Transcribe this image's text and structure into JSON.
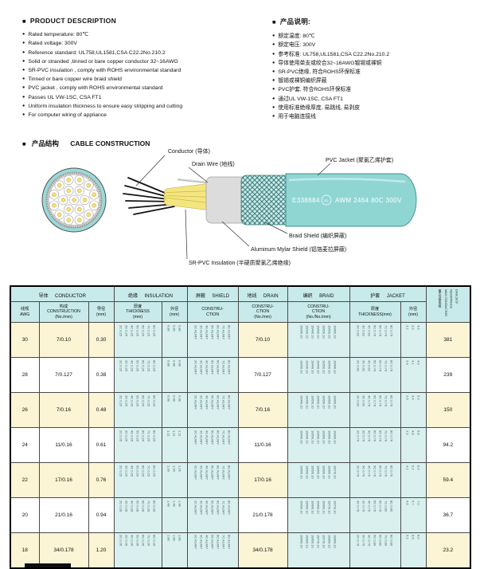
{
  "colors": {
    "cable_teal": "#8fd6d3",
    "table_header_teal": "#c8eaea",
    "table_cell_teal": "#d9f0ee",
    "row_cream": "#fbf4d5",
    "insulation_yellow": "#f1e07a"
  },
  "product_description": {
    "title": "PRODUCT DESCRIPTION",
    "items": [
      "Rated temperature: 80℃",
      "Rated voltage: 300V",
      "Reference standard: UL758,UL1581,CSA C22.2No.210.2",
      "Solid or stranded ,tinned or bare copper conductor 32~16AWG",
      "SR-PVC insulation , comply with ROHS environmental standard",
      "Tinned or bare copper wire braid shield",
      "PVC jacket , comply with ROHS environmental standard",
      "Passes UL VW-1SC, CSA FT1",
      "Uniform insulation thickness to ensure easy stripping and cutting",
      "For computer wiring of appliance"
    ]
  },
  "product_notes": {
    "title": "产品说明:",
    "items": [
      "额定温度: 80℃",
      "额定电压: 300V",
      "参考标准: UL758,UL1581,CSA C22.2No.210.2",
      "导体使用单支或绞合32~16AWG镀锡或裸铜",
      "SR-PVC绝缘, 符合ROHS环保标准",
      "镀锡或裸铜编织屏蔽",
      "PVC护套, 符合ROHS环保标准",
      "通过UL VW-1SC, CSA FT1",
      "使用标准绝缘厚度, 易跳线, 易剥皮",
      "用于电脑连接线"
    ]
  },
  "construction": {
    "section_title_cn": "产品结构",
    "section_title_en": "CABLE CONSTRUCTION",
    "labels": {
      "conductor": "Conductor (导体)",
      "drain_wire": "Drain Wire (地线)",
      "pvc_jacket": "PVC Jacket (聚氯乙烯护套)",
      "braid_shield": "Braid Shield (编织屏蔽)",
      "mylar_shield": "Aluminum Mylar Shield (铝箔麦拉屏蔽)",
      "sr_pvc": "SR-PVC Insulation (半硬质聚氯乙烯绝缘)"
    },
    "print": {
      "cert": "E338684",
      "ul": "UL",
      "spec": "AWM 2464 80C 300V"
    }
  },
  "table": {
    "groups": {
      "conductor": {
        "cn": "导体",
        "en": "CONDUCTOR"
      },
      "insulation": {
        "cn": "绝缘",
        "en": "INSULATION"
      },
      "shield": {
        "cn": "屏蔽",
        "en": "SHIELD"
      },
      "drain": {
        "cn": "地线",
        "en": "DRAIN"
      },
      "braid": {
        "cn": "编织",
        "en": "BRAID"
      },
      "jacket": {
        "cn": "护套",
        "en": "JACKET"
      }
    },
    "subheaders": {
      "awg": {
        "cn": "线规",
        "en": "AWG"
      },
      "construction": {
        "cn": "构成",
        "en": "CONSTRUCTION",
        "unit": "(No./mm)"
      },
      "cond_od": {
        "cn": "导径",
        "unit": "(mm)"
      },
      "ins_thk": {
        "cn": "厚度",
        "en": "THICKNESS",
        "unit": "(mm)"
      },
      "ins_od": {
        "cn": "外径",
        "unit": "(mm)"
      },
      "shield_con": {
        "en": "CONSTRU-",
        "en2": "CTION"
      },
      "drain_con": {
        "en": "CONSTRU-",
        "en2": "CTION",
        "unit": "(No./mm)"
      },
      "braid_con": {
        "en": "CONSTRU-",
        "en2": "CTION",
        "unit": "(No./No./mm)"
      },
      "jkt_thk": {
        "cn": "厚度",
        "en": "THICKNESS(mm)"
      },
      "jkt_od": {
        "cn": "外径",
        "unit": "(mm)"
      }
    },
    "resistance_header": [
      "最大导体电阻",
      "MAX CONDUCTOR",
      "RESISTANCE",
      "Ω/km,20℃"
    ],
    "rows": [
      {
        "awg": "30",
        "construction": "7/0.10",
        "cond_od": "0.30",
        "ins_thk": [
          "2C 0.25",
          "3C 0.25",
          "4C 0.25",
          "5C 0.25",
          "6C 0.25",
          "7C 0.25",
          "8C 0.25"
        ],
        "ins_od": [
          "0.80",
          "0.80",
          "0.80"
        ],
        "shield": [
          "2C AL/MY",
          "3C AL/MY",
          "4C AL/MY",
          "5C AL/MY",
          "6C AL/MY",
          "7C AL/MY",
          "8C AL/MY"
        ],
        "drain": "7/0.10",
        "braid": [
          "16/3/0.10",
          "16/3/0.10",
          "16/4/0.10",
          "16/4/0.10",
          "16/5/0.10",
          "16/5/0.10",
          "16/6/0.10"
        ],
        "jkt_thk": [
          "2C 0.62",
          "3C 0.62",
          "4C 0.62",
          "5C 0.76",
          "6C 0.76",
          "7C 0.76",
          "8C 0.76"
        ],
        "jkt_od": [
          "3.2",
          "3.9",
          "4.6"
        ],
        "resistance": "381"
      },
      {
        "awg": "28",
        "construction": "7/0.127",
        "cond_od": "0.38",
        "ins_thk": [
          "2C 0.25",
          "3C 0.25",
          "4C 0.25",
          "5C 0.25",
          "6C 0.25",
          "7C 0.25",
          "8C 0.25"
        ],
        "ins_od": [
          "0.88",
          "0.88",
          "0.88"
        ],
        "shield": [
          "2C AL/MY",
          "3C AL/MY",
          "4C AL/MY",
          "5C AL/MY",
          "6C AL/MY",
          "7C AL/MY",
          "8C AL/MY"
        ],
        "drain": "7/0.127",
        "braid": [
          "16/3/0.10",
          "16/3/0.10",
          "16/4/0.10",
          "16/4/0.10",
          "16/5/0.10",
          "16/5/0.10",
          "16/6/0.10"
        ],
        "jkt_thk": [
          "2C 0.62",
          "3C 0.62",
          "4C 0.62",
          "5C 0.76",
          "6C 0.76",
          "7C 0.76",
          "8C 0.76"
        ],
        "jkt_od": [
          "3.4",
          "4.1",
          "4.9"
        ],
        "resistance": "239"
      },
      {
        "awg": "26",
        "construction": "7/0.16",
        "cond_od": "0.48",
        "ins_thk": [
          "2C 0.25",
          "3C 0.25",
          "4C 0.25",
          "5C 0.25",
          "6C 0.25",
          "7C 0.25",
          "8C 0.25"
        ],
        "ins_od": [
          "0.98",
          "0.98",
          "0.98"
        ],
        "shield": [
          "2C AL/MY",
          "3C AL/MY",
          "4C AL/MY",
          "5C AL/MY",
          "6C AL/MY",
          "7C AL/MY",
          "8C AL/MY"
        ],
        "drain": "7/0.16",
        "braid": [
          "16/4/0.10",
          "16/4/0.10",
          "16/5/0.10",
          "16/5/0.10",
          "16/5/0.10",
          "16/6/0.10",
          "16/6/0.10"
        ],
        "jkt_thk": [
          "2C 0.62",
          "3C 0.62",
          "4C 0.76",
          "5C 0.76",
          "6C 0.76",
          "7C 0.76",
          "8C 0.76"
        ],
        "jkt_od": [
          "3.6",
          "4.4",
          "5.3"
        ],
        "resistance": "150"
      },
      {
        "awg": "24",
        "construction": "11/0.16",
        "cond_od": "0.61",
        "ins_thk": [
          "2C 0.25",
          "3C 0.25",
          "4C 0.25",
          "5C 0.25",
          "6C 0.25",
          "7C 0.25",
          "8C 0.25"
        ],
        "ins_od": [
          "1.11",
          "1.11",
          "1.11"
        ],
        "shield": [
          "2C AL/MY",
          "3C AL/MY",
          "4C AL/MY",
          "5C AL/MY",
          "6C AL/MY",
          "7C AL/MY",
          "8C AL/MY"
        ],
        "drain": "11/0.16",
        "braid": [
          "16/4/0.10",
          "16/4/0.10",
          "16/5/0.10",
          "16/5/0.10",
          "16/6/0.10",
          "16/6/0.10",
          "16/6/0.10"
        ],
        "jkt_thk": [
          "2C 0.76",
          "3C 0.76",
          "4C 0.76",
          "5C 0.76",
          "6C 0.76",
          "7C 0.76",
          "8C 0.76"
        ],
        "jkt_od": [
          "3.9",
          "4.8",
          "5.8"
        ],
        "resistance": "94.2"
      },
      {
        "awg": "22",
        "construction": "17/0.16",
        "cond_od": "0.76",
        "ins_thk": [
          "2C 0.25",
          "3C 0.25",
          "4C 0.25",
          "5C 0.25",
          "6C 0.25",
          "7C 0.25",
          "8C 0.25"
        ],
        "ins_od": [
          "1.26",
          "1.26",
          "1.26"
        ],
        "shield": [
          "2C AL/MY",
          "3C AL/MY",
          "4C AL/MY",
          "5C AL/MY",
          "6C AL/MY",
          "7C AL/MY",
          "8C AL/MY"
        ],
        "drain": "17/0.16",
        "braid": [
          "16/5/0.10",
          "16/5/0.10",
          "16/5/0.10",
          "16/6/0.10",
          "16/6/0.10",
          "16/6/0.10",
          "16/7/0.10"
        ],
        "jkt_thk": [
          "2C 0.76",
          "3C 0.76",
          "4C 0.76",
          "5C 0.76",
          "6C 0.76",
          "7C 0.76",
          "8C 0.76"
        ],
        "jkt_od": [
          "4.2",
          "5.2",
          "6.3"
        ],
        "resistance": "59.4"
      },
      {
        "awg": "20",
        "construction": "21/0.16",
        "cond_od": "0.94",
        "ins_thk": [
          "2C 0.28",
          "3C 0.28",
          "4C 0.28",
          "5C 0.28",
          "6C 0.28",
          "7C 0.28",
          "8C 0.28"
        ],
        "ins_od": [
          "1.48",
          "1.48",
          "1.48"
        ],
        "shield": [
          "2C AL/MY",
          "3C AL/MY",
          "4C AL/MY",
          "5C AL/MY",
          "6C AL/MY",
          "7C AL/MY",
          "8C AL/MY"
        ],
        "drain": "21/0.178",
        "braid": [
          "16/5/0.10",
          "16/5/0.10",
          "16/6/0.10",
          "16/6/0.10",
          "16/6/0.10",
          "16/7/0.10",
          "16/7/0.10"
        ],
        "jkt_thk": [
          "2C 0.76",
          "3C 0.76",
          "4C 0.76",
          "5C 0.76",
          "6C 0.76",
          "7C 0.80",
          "8C 0.80"
        ],
        "jkt_od": [
          "4.6",
          "5.7",
          "7.0"
        ],
        "resistance": "36.7"
      },
      {
        "awg": "18",
        "construction": "34/0.178",
        "cond_od": "1.20",
        "ins_thk": [
          "2C 0.36",
          "3C 0.36",
          "4C 0.36",
          "5C 0.36",
          "6C 0.36",
          "7C 0.36",
          "8C 0.36"
        ],
        "ins_od": [
          "1.80",
          "1.80",
          "1.80"
        ],
        "shield": [
          "2C AL/MY",
          "3C AL/MY",
          "4C AL/MY",
          "5C AL/MY",
          "6C AL/MY",
          "7C AL/MY",
          "8C AL/MY"
        ],
        "drain": "34/0.178",
        "braid": [
          "16/6/0.10",
          "16/6/0.10",
          "16/6/0.10",
          "16/7/0.10",
          "16/7/0.10",
          "16/8/0.10",
          "16/8/0.10"
        ],
        "jkt_thk": [
          "2C 0.76",
          "3C 0.76",
          "4C 0.76",
          "5C 0.80",
          "6C 0.80",
          "7C 0.80",
          "8C 0.80"
        ],
        "jkt_od": [
          "5.2",
          "6.5",
          "8.0"
        ],
        "resistance": "23.2"
      }
    ]
  }
}
